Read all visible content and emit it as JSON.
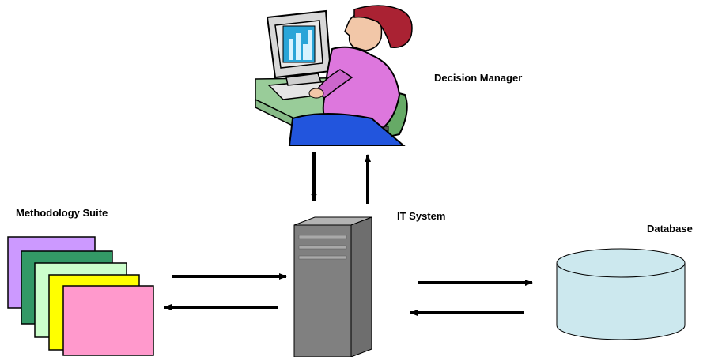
{
  "labels": {
    "decision_manager": "Decision Manager",
    "methodology_suite": "Methodology Suite",
    "it_system": "IT System",
    "database": "Database"
  },
  "colors": {
    "pages": [
      "#cc99ff",
      "#339966",
      "#ccffcc",
      "#ffff00",
      "#ff99cc"
    ],
    "server": "#808080",
    "database": "#cce8ee",
    "arrows": "#000000"
  },
  "icons": [
    "person-at-computer-icon",
    "document-stack-icon",
    "server-tower-icon",
    "database-cylinder-icon"
  ]
}
